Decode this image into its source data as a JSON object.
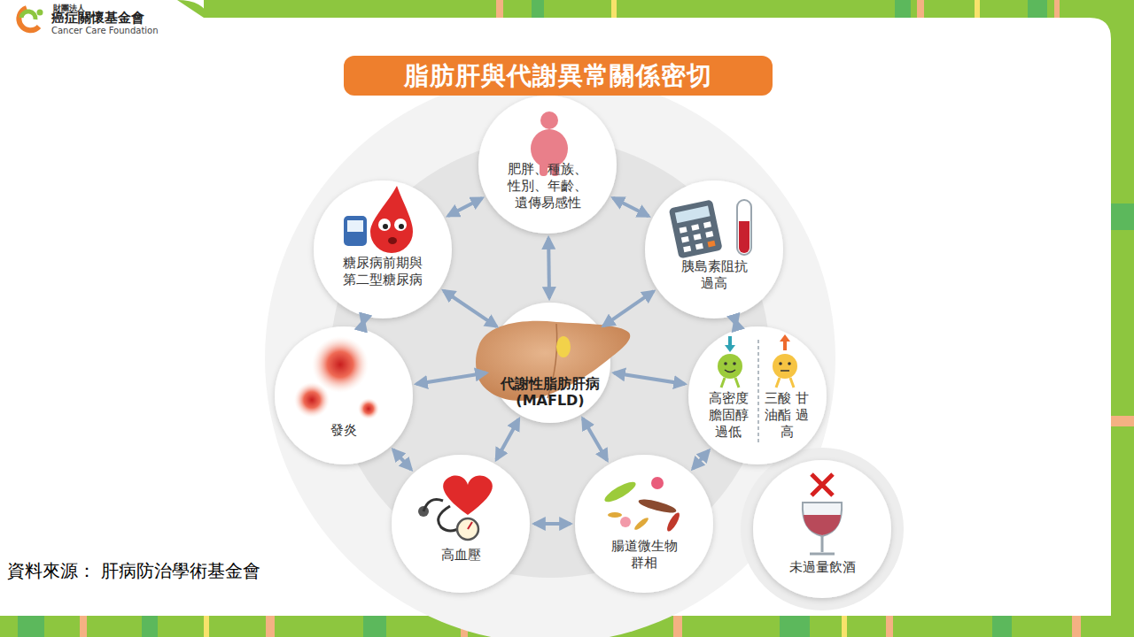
{
  "diagram": {
    "title": "脂肪肝與代謝異常關係密切",
    "nodes": [
      {
        "text": [
          "代謝性脂肪肝病 (MAFLD)"
        ]
      },
      {
        "text": [
          "肥胖、種族、 性別、年齡、 遺傳易感性"
        ]
      },
      {
        "text": [
          "胰島素阻抗 過高"
        ]
      },
      {
        "text": [
          "高密度 膽固醇 過低",
          "三酸 甘油酯 過高"
        ]
      },
      {
        "text": [
          "腸道微生物 群相"
        ]
      },
      {
        "text": [
          "高血壓"
        ]
      },
      {
        "text": [
          "發炎"
        ]
      },
      {
        "text": [
          "糖尿病前期與 第二型糖尿病"
        ]
      },
      {
        "text": [
          "未過量飲酒"
        ]
      }
    ],
    "edges": [
      {
        "from": 0,
        "to": 1,
        "arrow": "both"
      },
      {
        "from": 0,
        "to": 2,
        "arrow": "both"
      },
      {
        "from": 0,
        "to": 3,
        "arrow": "both"
      },
      {
        "from": 0,
        "to": 4,
        "arrow": "both"
      },
      {
        "from": 0,
        "to": 5,
        "arrow": "both"
      },
      {
        "from": 0,
        "to": 6,
        "arrow": "both"
      },
      {
        "from": 0,
        "to": 7,
        "arrow": "both"
      },
      {
        "from": 1,
        "to": 2,
        "arrow": "both"
      },
      {
        "from": 2,
        "to": 3,
        "arrow": "both"
      },
      {
        "from": 3,
        "to": 4,
        "arrow": "both"
      },
      {
        "from": 4,
        "to": 5,
        "arrow": "both"
      },
      {
        "from": 5,
        "to": 6,
        "arrow": "both"
      },
      {
        "from": 6,
        "to": 7,
        "arrow": "both"
      },
      {
        "from": 7,
        "to": 1,
        "arrow": "both"
      }
    ],
    "labels": [
      "財團法人",
      "癌症關懷基金會",
      "Cancer Care Foundation",
      "資料來源： 肝病防治學術基金會"
    ]
  }
}
